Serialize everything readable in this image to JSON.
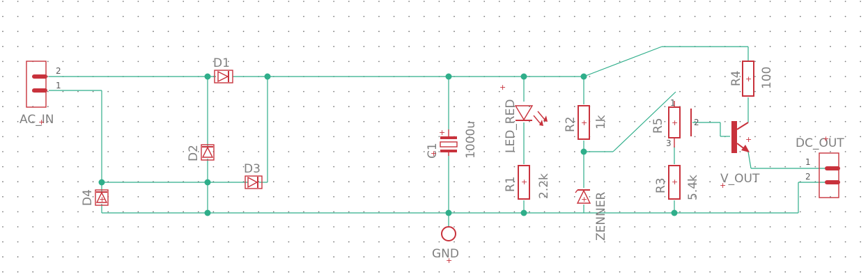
{
  "components": {
    "ac_in": {
      "label": "AC_IN",
      "pin1": "1",
      "pin2": "2"
    },
    "d1": {
      "label": "D1"
    },
    "d2": {
      "label": "D2"
    },
    "d3": {
      "label": "D3"
    },
    "d4": {
      "label": "D4"
    },
    "c1": {
      "label": "C1",
      "value": "1000u"
    },
    "led": {
      "label": "LED_RED"
    },
    "r1": {
      "label": "R1",
      "value": "2.2k"
    },
    "r2": {
      "label": "R2",
      "value": "1k"
    },
    "zener": {
      "label": "ZENNER"
    },
    "r5": {
      "label": "R5",
      "pin1": "1",
      "pin2": "2",
      "pin3": "3"
    },
    "r3": {
      "label": "R3",
      "value": "5.4k"
    },
    "r4": {
      "label": "R4",
      "value": "100"
    },
    "q1": {
      "label": "V_OUT"
    },
    "dc_out": {
      "label": "DC_OUT",
      "pin1": "1",
      "pin2": "2"
    },
    "gnd": {
      "label": "GND"
    }
  },
  "colors": {
    "wire": "#2fae8a",
    "part": "#c8323c",
    "label": "#808080",
    "grid": "#7a7a7a"
  }
}
